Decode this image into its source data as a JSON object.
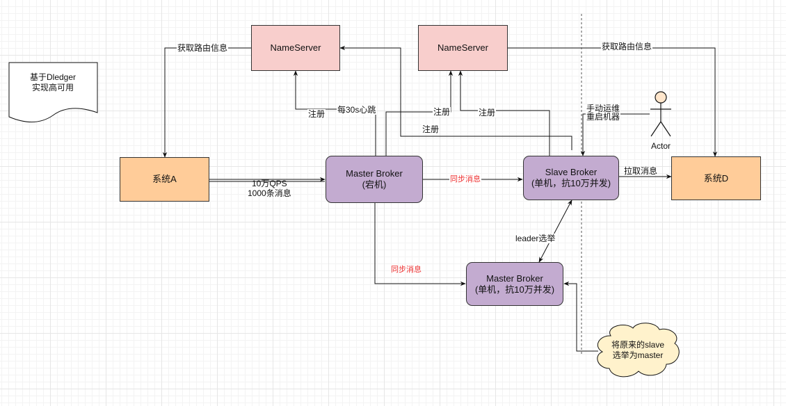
{
  "note": {
    "text": "基于Dledger\n实现高可用"
  },
  "nodes": {
    "nameserver1": "NameServer",
    "nameserver2": "NameServer",
    "system_a": "系统A",
    "system_d": "系统D",
    "master_broker": "Master Broker\n(宕机)",
    "slave_broker": "Slave Broker\n(单机，抗10万并发)",
    "new_master_broker": "Master Broker\n(单机，抗10万并发)"
  },
  "actor": {
    "label": "Actor"
  },
  "cloud": {
    "text": "将原来的slave\n选举为master"
  },
  "edge_labels": {
    "route_left": "获取路由信息",
    "route_right": "获取路由信息",
    "register_1": "注册",
    "heartbeat": "每30s心跳",
    "register_2": "注册",
    "register_3": "注册",
    "register_4": "注册",
    "manual_ops": "手动运维\n重启机器",
    "qps": "10万QPS\n1000条消息",
    "sync_1": "同步消息",
    "pull": "拉取消息",
    "leader_election": "leader选举",
    "sync_2": "同步消息"
  },
  "colors": {
    "nameserver_fill": "#f8cecc",
    "system_fill": "#ffcc99",
    "broker_fill": "#c3abd0",
    "sync_label": "#e33333"
  }
}
